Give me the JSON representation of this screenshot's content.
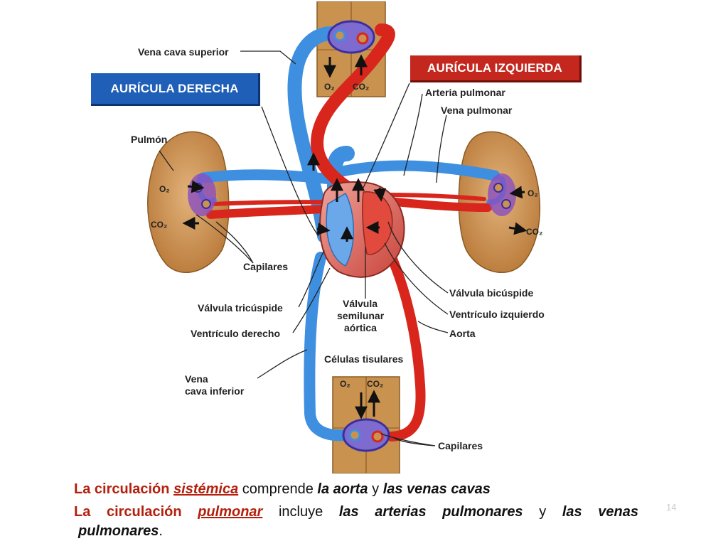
{
  "boxes": {
    "auricula_derecha": "AURÍCULA DERECHA",
    "auricula_izquierda": "AURÍCULA IZQUIERDA"
  },
  "labels": {
    "vena_cava_superior": "Vena cava superior",
    "arteria_pulmonar": "Arteria pulmonar",
    "vena_pulmonar": "Vena pulmonar",
    "pulmon": "Pulmón",
    "capilares_pulmon": "Capilares",
    "valvula_tricuspide": "Válvula tricúspide",
    "ventriculo_derecho": "Ventrículo derecho",
    "valvula_semilunar_1": "Válvula",
    "valvula_semilunar_2": "semilunar",
    "valvula_semilunar_3": "aórtica",
    "valvula_bicuspide": "Válvula bicúspide",
    "ventriculo_izquierdo": "Ventrículo izquierdo",
    "aorta": "Aorta",
    "celulas_tisulares": "Células tisulares",
    "vena_cava_inferior_1": "Vena",
    "vena_cava_inferior_2": "cava inferior",
    "capilares_tejido": "Capilares",
    "o2": "O₂",
    "co2": "CO₂"
  },
  "caption": {
    "line1_a": "La circulación ",
    "line1_b": "sistémica",
    "line1_c": " comprende ",
    "line1_d": "la aorta",
    "line1_e": " y ",
    "line1_f": "las venas cavas",
    "line2_a": "La circulación ",
    "line2_b": "pulmonar",
    "line2_c": " incluye ",
    "line2_d": "las arterias pulmonares",
    "line2_e": " y ",
    "line2_f": "las venas",
    "line3_a": "pulmonares",
    "line3_b": "."
  },
  "page_number": "14",
  "colors": {
    "blue_vessel": "#3f8fe0",
    "red_vessel": "#d8261c",
    "tissue": "#c8904e",
    "box_blue": "#1f5fb7",
    "box_red": "#c3271d"
  }
}
